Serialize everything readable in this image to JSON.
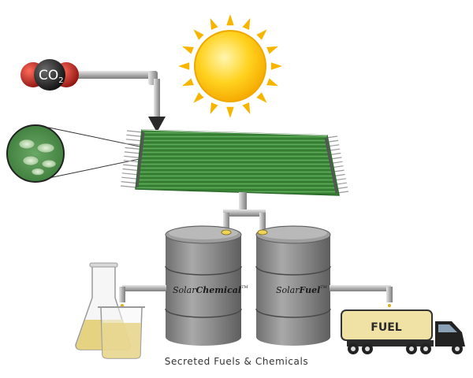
{
  "molecule": {
    "co": "CO",
    "subscript": "2"
  },
  "tanks": {
    "chemical": {
      "brand": "Solar",
      "product": "Chemical",
      "tm": "TM"
    },
    "fuel": {
      "brand": "Solar",
      "product": "Fuel",
      "tm": "TM"
    }
  },
  "truck": {
    "label": "FUEL"
  },
  "caption": "Secreted Fuels & Chemicals",
  "colors": {
    "sun": "#ffc61a",
    "sun_rays": "#f7b500",
    "panel": "#3f8f3c",
    "tank": "#8c8c8c",
    "pipe": "#b5b5b5",
    "co2_carbon": "#2a2a2a",
    "co2_oxygen": "#c0281e",
    "liquid": "#e3cf76"
  },
  "icons": [
    "sun-icon",
    "co2-molecule-icon",
    "photobioreactor-panel",
    "algae-cells-icon",
    "flask-icon",
    "beaker-icon",
    "fuel-truck-icon"
  ]
}
